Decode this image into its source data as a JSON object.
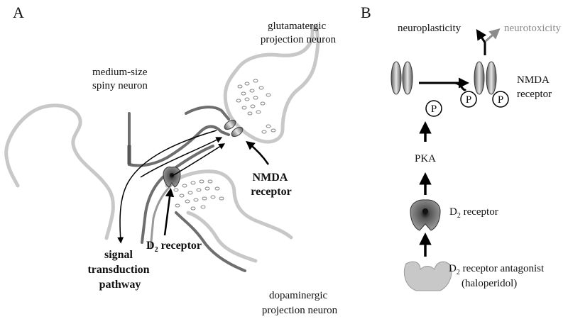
{
  "panelA": {
    "letter": "A",
    "glutamatergic": [
      "glutamatergic",
      "projection neuron"
    ],
    "msn": [
      "medium-size",
      "spiny neuron"
    ],
    "nmda": [
      "NMDA",
      "receptor"
    ],
    "d2": {
      "prefix": "D",
      "sub": "2",
      "suffix": " receptor"
    },
    "signal": [
      "signal",
      "transduction",
      "pathway"
    ],
    "dopaminergic": [
      "dopaminergic",
      "projection neuron"
    ]
  },
  "panelB": {
    "letter": "B",
    "neuroplasticity": "neuroplasticity",
    "neurotoxicity": "neurotoxicity",
    "nmda": [
      "NMDA",
      "receptor"
    ],
    "phospho": "P",
    "pka": "PKA",
    "d2": {
      "prefix": "D",
      "sub": "2",
      "suffix": " receptor"
    },
    "antagonist": {
      "prefix": "D",
      "sub": "2",
      "suffix": " receptor antagonist",
      "line2": "(haloperidol)"
    }
  },
  "colors": {
    "neurotoxicity": "#8c8c8c",
    "neuron_outline": "#c8c8c8",
    "membrane": "#6e6e6e"
  }
}
